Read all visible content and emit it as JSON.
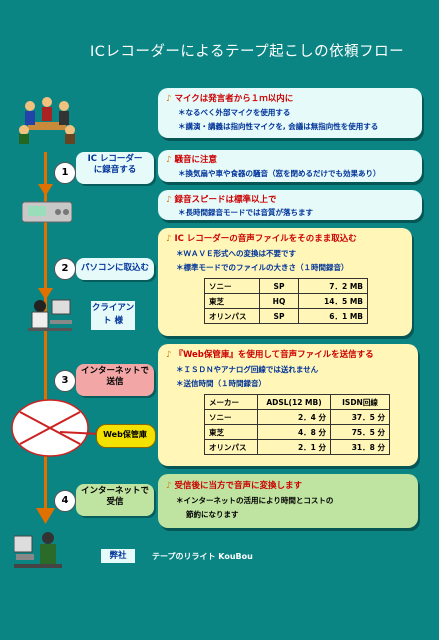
{
  "title": "ICレコーダーによるテープ起こしの依頼フロー",
  "steps": [
    {
      "num": "1",
      "label1": "IC レコーダー",
      "label2": "に録音する"
    },
    {
      "num": "2",
      "label1": "パソコンに取込む",
      "label2": ""
    },
    {
      "num": "3",
      "label1": "インターネットで",
      "label2": "送信"
    },
    {
      "num": "4",
      "label1": "インターネットで",
      "label2": "受信"
    }
  ],
  "tags": {
    "client": "クライアント 様",
    "web": "Web保管庫",
    "company": "弊社"
  },
  "footer": "テープのリライト KouBou",
  "box1": {
    "head": "マイクは発言者から１ｍ以内に",
    "l1": "＊なるべく外部マイクを使用する",
    "l2": "＊講演・講義は指向性マイクを, 会議は無指向性を使用する"
  },
  "box2": {
    "head": "騒音に注意",
    "l1": "＊換気扇や車や食器の騒音（窓を閉めるだけでも効果あり）"
  },
  "box3": {
    "head": "録音スピードは標準以上で",
    "l1": "＊長時間録音モードでは音質が落ちます"
  },
  "box4": {
    "head": "IC レコーダーの音声ファイルをそのまま取込む",
    "l1": "＊ＷＡＶＥ形式への変換は不要です",
    "l2": "＊標準モードでのファイルの大きさ（１時間録音）",
    "rows": [
      {
        "maker": "ソニー",
        "mode": "SP",
        "size": "7．2 MB"
      },
      {
        "maker": "東芝",
        "mode": "HQ",
        "size": "14．5 MB"
      },
      {
        "maker": "オリンパス",
        "mode": "SP",
        "size": "6．1 MB"
      }
    ]
  },
  "box5": {
    "head": "『Web保管庫』を使用して音声ファイルを送信する",
    "l1": "＊ＩＳＤＮやアナログ回線では送れません",
    "l2": "＊送信時間（１時間録音）",
    "th": {
      "maker": "メーカー",
      "adsl": "ADSL(12 MB)",
      "isdn": "ISDN回線"
    },
    "rows": [
      {
        "maker": "ソニー",
        "adsl": "2．4 分",
        "isdn": "37．5 分"
      },
      {
        "maker": "東芝",
        "adsl": "4．8 分",
        "isdn": "75．5 分"
      },
      {
        "maker": "オリンパス",
        "adsl": "2．1 分",
        "isdn": "31．8 分"
      }
    ]
  },
  "box6": {
    "head": "受信後に当方で音声に変換します",
    "l1": "＊インターネットの活用により時間とコストの",
    "l2": "節約になります"
  },
  "colors": {
    "background": "#0b8484",
    "spine": "#e07000",
    "heading": "#cc0000",
    "text": "#003399"
  }
}
